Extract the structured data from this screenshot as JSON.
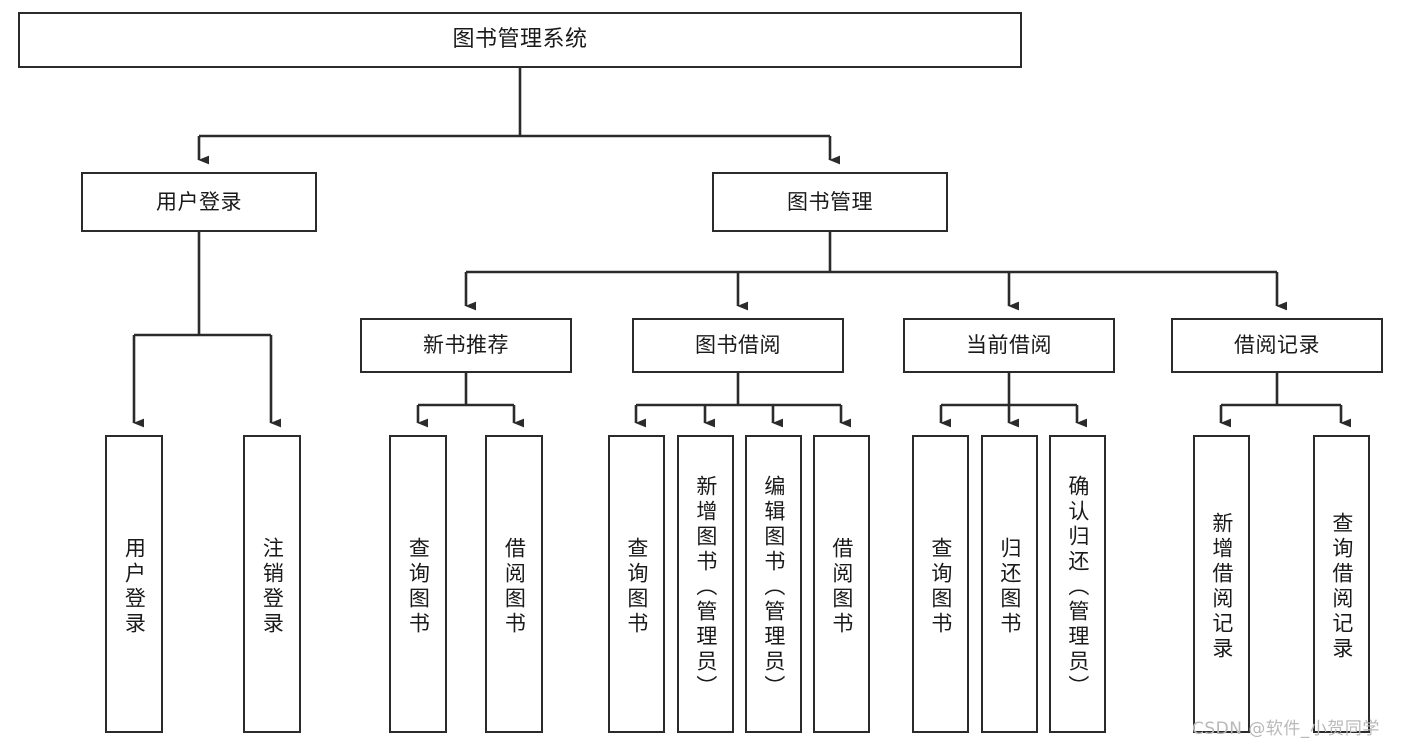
{
  "diagram": {
    "title": "图书管理系统",
    "type": "hierarchy-tree",
    "watermark": "CSDN @软件_小贺同学",
    "colors": {
      "background": "#ffffff",
      "box_border": "#2b2b2b",
      "box_fill": "#ffffff",
      "connector": "#2b2b2b",
      "watermark": "#b9b9b9"
    },
    "nodes": {
      "root": {
        "label": "图书管理系统"
      },
      "level1": [
        {
          "label": "用户登录"
        },
        {
          "label": "图书管理"
        }
      ],
      "level2": [
        {
          "label": "新书推荐"
        },
        {
          "label": "图书借阅"
        },
        {
          "label": "当前借阅"
        },
        {
          "label": "借阅记录"
        }
      ],
      "leaves_user_login": [
        {
          "label": "用户登录"
        },
        {
          "label": "注销登录"
        }
      ],
      "leaves_new_book": [
        {
          "label": "查询图书"
        },
        {
          "label": "借阅图书"
        }
      ],
      "leaves_borrow": [
        {
          "label": "查询图书"
        },
        {
          "label": "新增图书（管理员）"
        },
        {
          "label": "编辑图书（管理员）"
        },
        {
          "label": "借阅图书"
        }
      ],
      "leaves_current": [
        {
          "label": "查询图书"
        },
        {
          "label": "归还图书"
        },
        {
          "label": "确认归还（管理员）"
        }
      ],
      "leaves_record": [
        {
          "label": "新增借阅记录"
        },
        {
          "label": "查询借阅记录"
        }
      ]
    }
  }
}
